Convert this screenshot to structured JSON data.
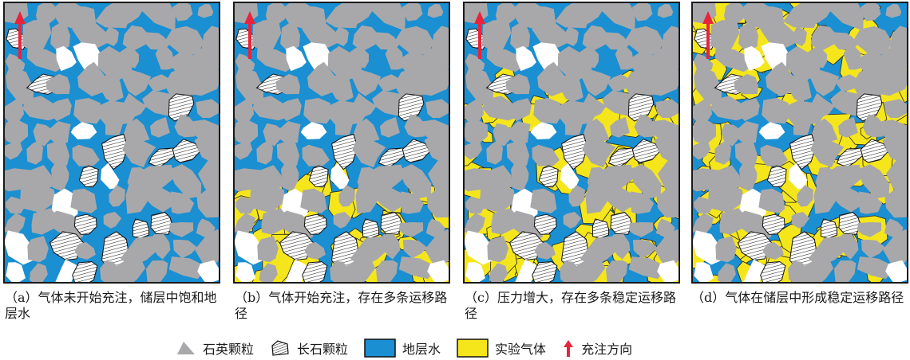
{
  "colors": {
    "formation_water": "#1a8fd2",
    "gas": "#f5e61c",
    "quartz": "#a8a8aa",
    "frame": "#1a1a1a",
    "arrow": "#e8243c",
    "pore": "#ffffff"
  },
  "panels": [
    {
      "caption": "（a）气体未开始充注，储层中饱和地层水",
      "gas_level": 0.0
    },
    {
      "caption": "（b）气体开始充注，存在多条运移路径",
      "gas_level": 0.35
    },
    {
      "caption": "（c）压力增大，存在多条稳定运移路径",
      "gas_level": 0.65
    },
    {
      "caption": "（d）气体在储层中形成稳定运移路径",
      "gas_level": 1.0
    }
  ],
  "legend": [
    {
      "icon": "quartz-grain-icon",
      "label": "石英颗粒"
    },
    {
      "icon": "feldspar-grain-icon",
      "label": "长石颗粒"
    },
    {
      "icon": "formation-water-swatch",
      "label": "地层水"
    },
    {
      "icon": "gas-swatch",
      "label": "实验气体"
    },
    {
      "icon": "red-arrow-icon",
      "label": "充注方向"
    }
  ]
}
